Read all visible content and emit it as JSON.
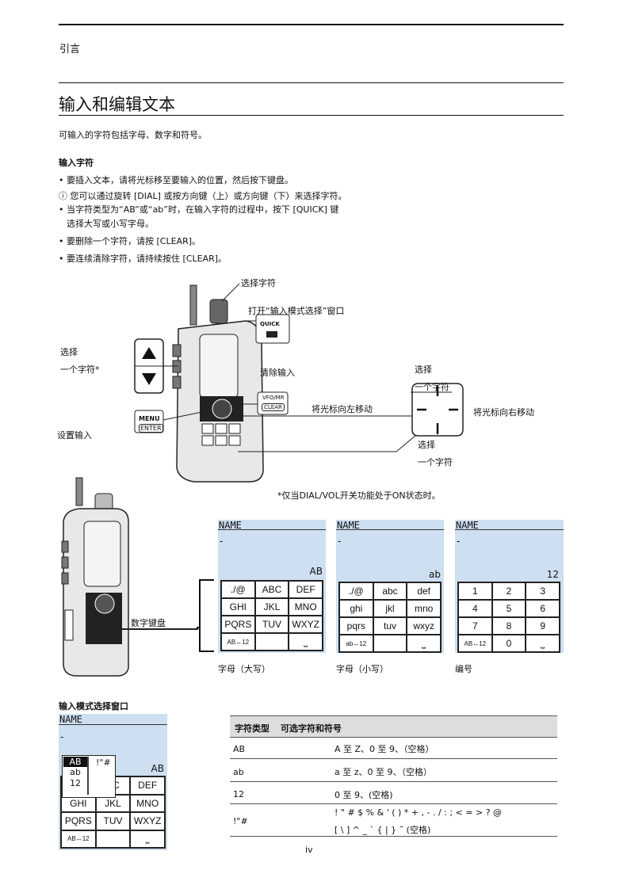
{
  "header": {
    "section": "引言"
  },
  "title": "输入和编辑文本",
  "intro": "可输入的字符包括字母、数字和符号。",
  "input_chars": {
    "heading": "输入字符",
    "b1": "要插入文本，请将光标移至要输入的位置，然后按下键盘。",
    "b2": "您可以通过旋转 [DIAL] 或按方向键（上）或方向键（下）来选择字符。",
    "b3a": "当字符类型为“AB”或“ab”时，在输入字符的过程中，按下 [QUICK] 键",
    "b3b": "选择大写或小写字母。",
    "b4": "要删除一个字符，请按 [CLEAR]。",
    "b5": "要连续清除字符，请持续按住 [CLEAR]。"
  },
  "diagram": {
    "select_char_top": "选择字符",
    "open_mode_window": "打开“输入模式选择”窗口",
    "select_left_1": "选择",
    "select_left_2": "一个字符*",
    "clear_input": "清除输入",
    "set_input": "设置输入",
    "select_right_top_1": "选择",
    "select_right_top_2": "一个字符",
    "move_left": "将光标向左移动",
    "move_right": "将光标向右移动",
    "select_right_bottom_1": "选择",
    "select_right_bottom_2": "一个字符",
    "footnote": "*仅当DIAL/VOL开关功能处于ON状态时。",
    "keypad_label": "数字键盘",
    "quick_key": "QUICK",
    "vfo_key": "VFO/MR",
    "clear_key": "CLEAR",
    "menu_key": "MENU",
    "enter_key": "ENTER"
  },
  "screens": [
    {
      "name": "NAME",
      "cursor": "-",
      "mode": "AB",
      "caption": "字母（大写）",
      "keys": [
        "./@",
        "ABC",
        "DEF",
        "GHI",
        "JKL",
        "MNO",
        "PQRS",
        "TUV",
        "WXYZ",
        "AB↔12",
        "",
        ""
      ]
    },
    {
      "name": "NAME",
      "cursor": "-",
      "mode": "ab",
      "caption": "字母（小写）",
      "keys": [
        "./@",
        "abc",
        "def",
        "ghi",
        "jkl",
        "mno",
        "pqrs",
        "tuv",
        "wxyz",
        "ab↔12",
        "",
        "⎵"
      ]
    },
    {
      "name": "NAME",
      "cursor": "-",
      "mode": "12",
      "caption": "编号",
      "keys": [
        "1",
        "2",
        "3",
        "4",
        "5",
        "6",
        "7",
        "8",
        "9",
        "AB↔12",
        "0",
        "⎵"
      ]
    }
  ],
  "screen1_space": "⎵",
  "mode_window": {
    "heading": "输入模式选择窗口",
    "name": "NAME",
    "cursor": "-",
    "mode": "AB",
    "popup_col1": [
      "AB",
      "ab",
      "12"
    ],
    "popup_col2": "!\"#",
    "keys": [
      "",
      "BC",
      "DEF",
      "GHI",
      "JKL",
      "MNO",
      "PQRS",
      "TUV",
      "WXYZ",
      "AB↔12",
      "",
      "⎵"
    ]
  },
  "table": {
    "header_type": "字符类型",
    "header_chars": "可选字符和符号",
    "rows": [
      {
        "type": "AB",
        "chars": "A 至 Z、0 至 9、（空格）"
      },
      {
        "type": "ab",
        "chars": "a 至 z、0 至 9、（空格）"
      },
      {
        "type": "12",
        "chars": "0 至 9、(空格)"
      },
      {
        "type": "!\"#",
        "chars1": "! \" # $ % & ' ( ) * + , - . / : ; < = > ? @",
        "chars2": "[ \\ ] ^ _ ` { | } ˜ (空格)"
      }
    ]
  },
  "page_number": "iv"
}
